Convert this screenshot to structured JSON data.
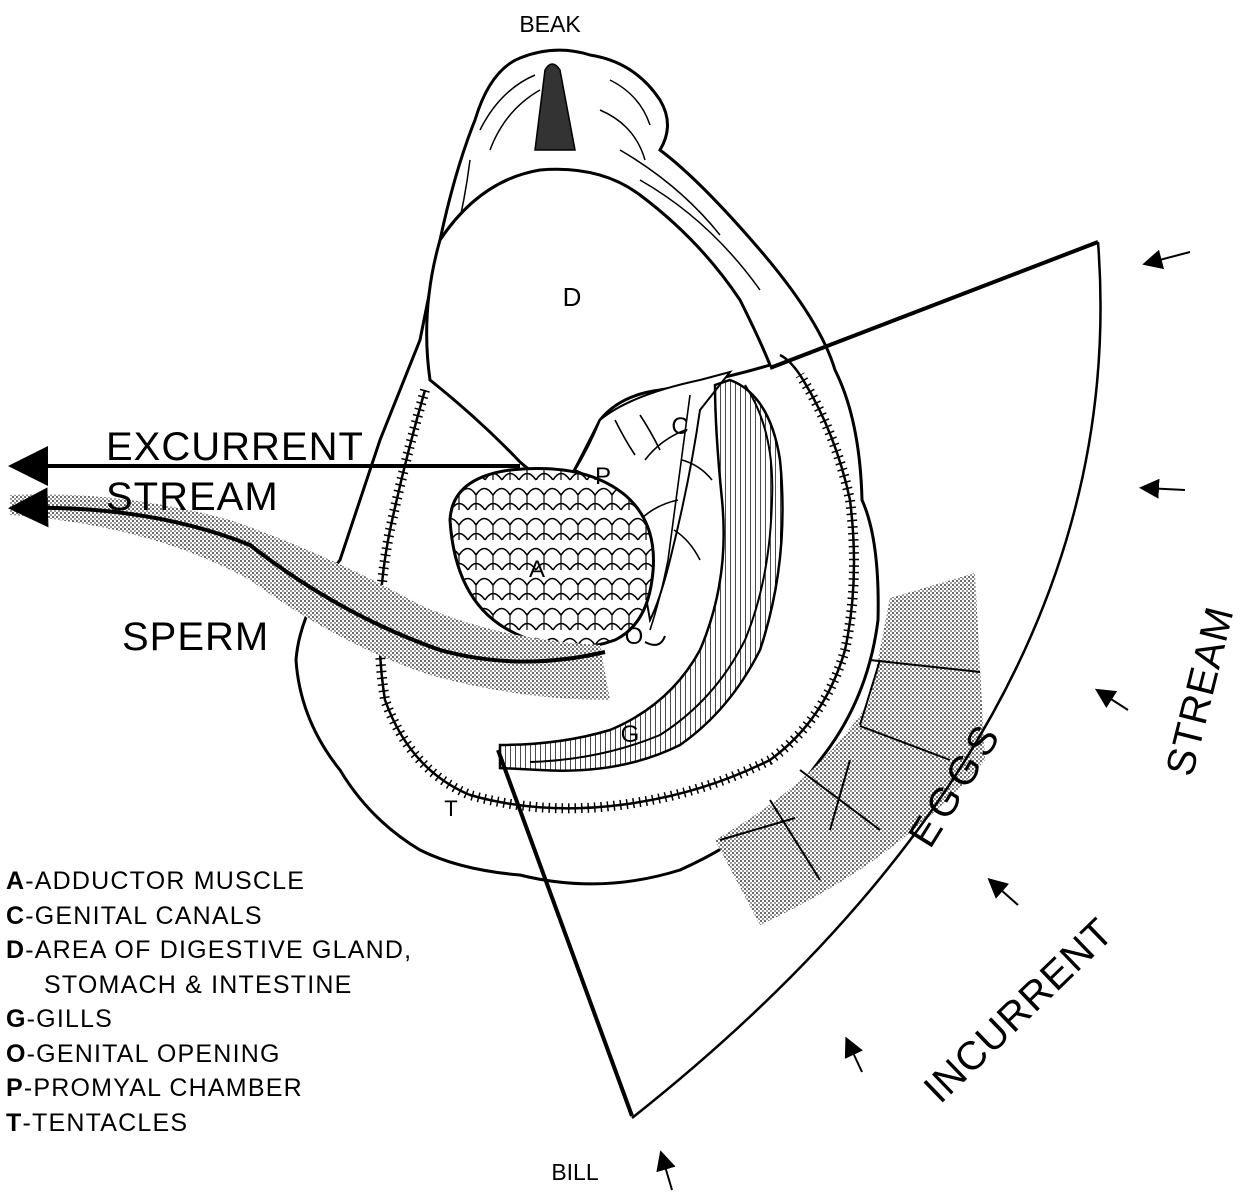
{
  "labels": {
    "beak": "BEAK",
    "bill": "BILL",
    "d": "D",
    "c": "C",
    "p": "P",
    "a": "A",
    "o": "O",
    "g": "G",
    "t": "T",
    "excurrent": "EXCURRENT",
    "excurrent_stream": "STREAM",
    "sperm": "SPERM",
    "eggs": "EGGS",
    "incurrent": "INCURRENT",
    "incurrent_stream": "STREAM"
  },
  "legend": [
    {
      "code": "A",
      "text": "-ADDUCTOR MUSCLE"
    },
    {
      "code": "C",
      "text": "-GENITAL CANALS"
    },
    {
      "code": "D",
      "text": "-AREA OF DIGESTIVE GLAND,",
      "cont": "STOMACH & INTESTINE"
    },
    {
      "code": "G",
      "text": "-GILLS"
    },
    {
      "code": "O",
      "text": "-GENITAL OPENING"
    },
    {
      "code": "P",
      "text": "-PROMYAL CHAMBER"
    },
    {
      "code": "T",
      "text": "-TENTACLES"
    }
  ]
}
